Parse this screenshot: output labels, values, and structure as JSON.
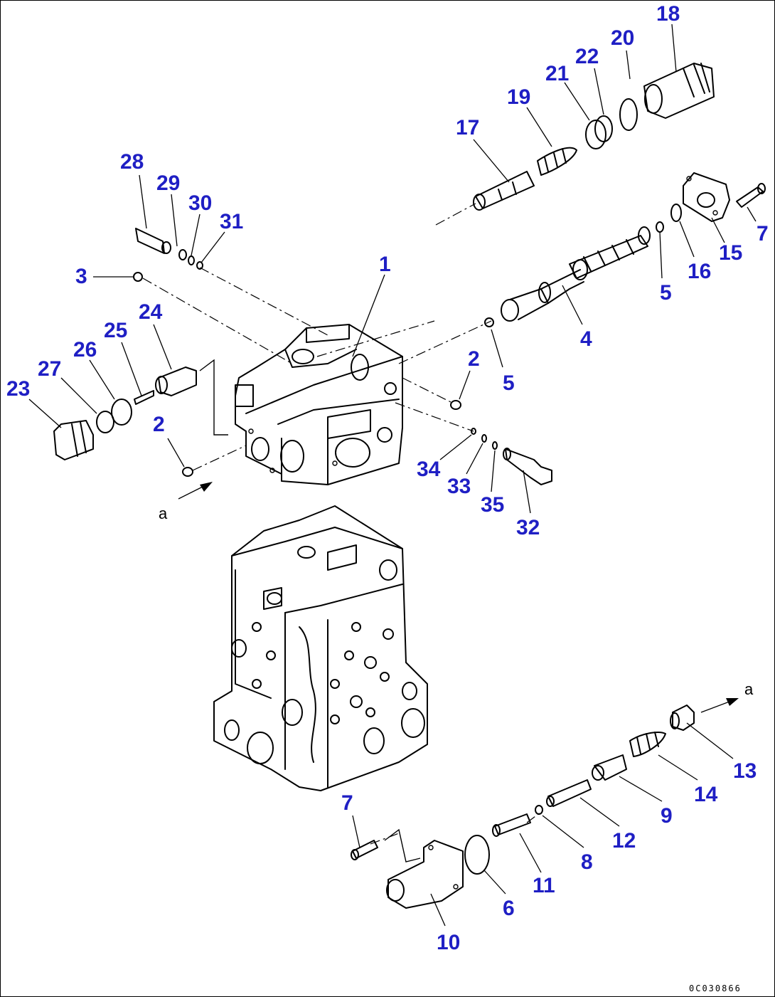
{
  "diagram": {
    "drawing_code": "0C030866",
    "reference_mark": "a",
    "colors": {
      "label": "#1f1fc4",
      "line": "#000000",
      "background": "#ffffff"
    },
    "labels": [
      "1",
      "2",
      "2",
      "3",
      "4",
      "5",
      "5",
      "6",
      "7",
      "7",
      "8",
      "9",
      "10",
      "11",
      "12",
      "13",
      "14",
      "15",
      "16",
      "17",
      "18",
      "19",
      "20",
      "21",
      "22",
      "23",
      "24",
      "25",
      "26",
      "27",
      "28",
      "29",
      "30",
      "31",
      "32",
      "33",
      "34",
      "35"
    ]
  }
}
